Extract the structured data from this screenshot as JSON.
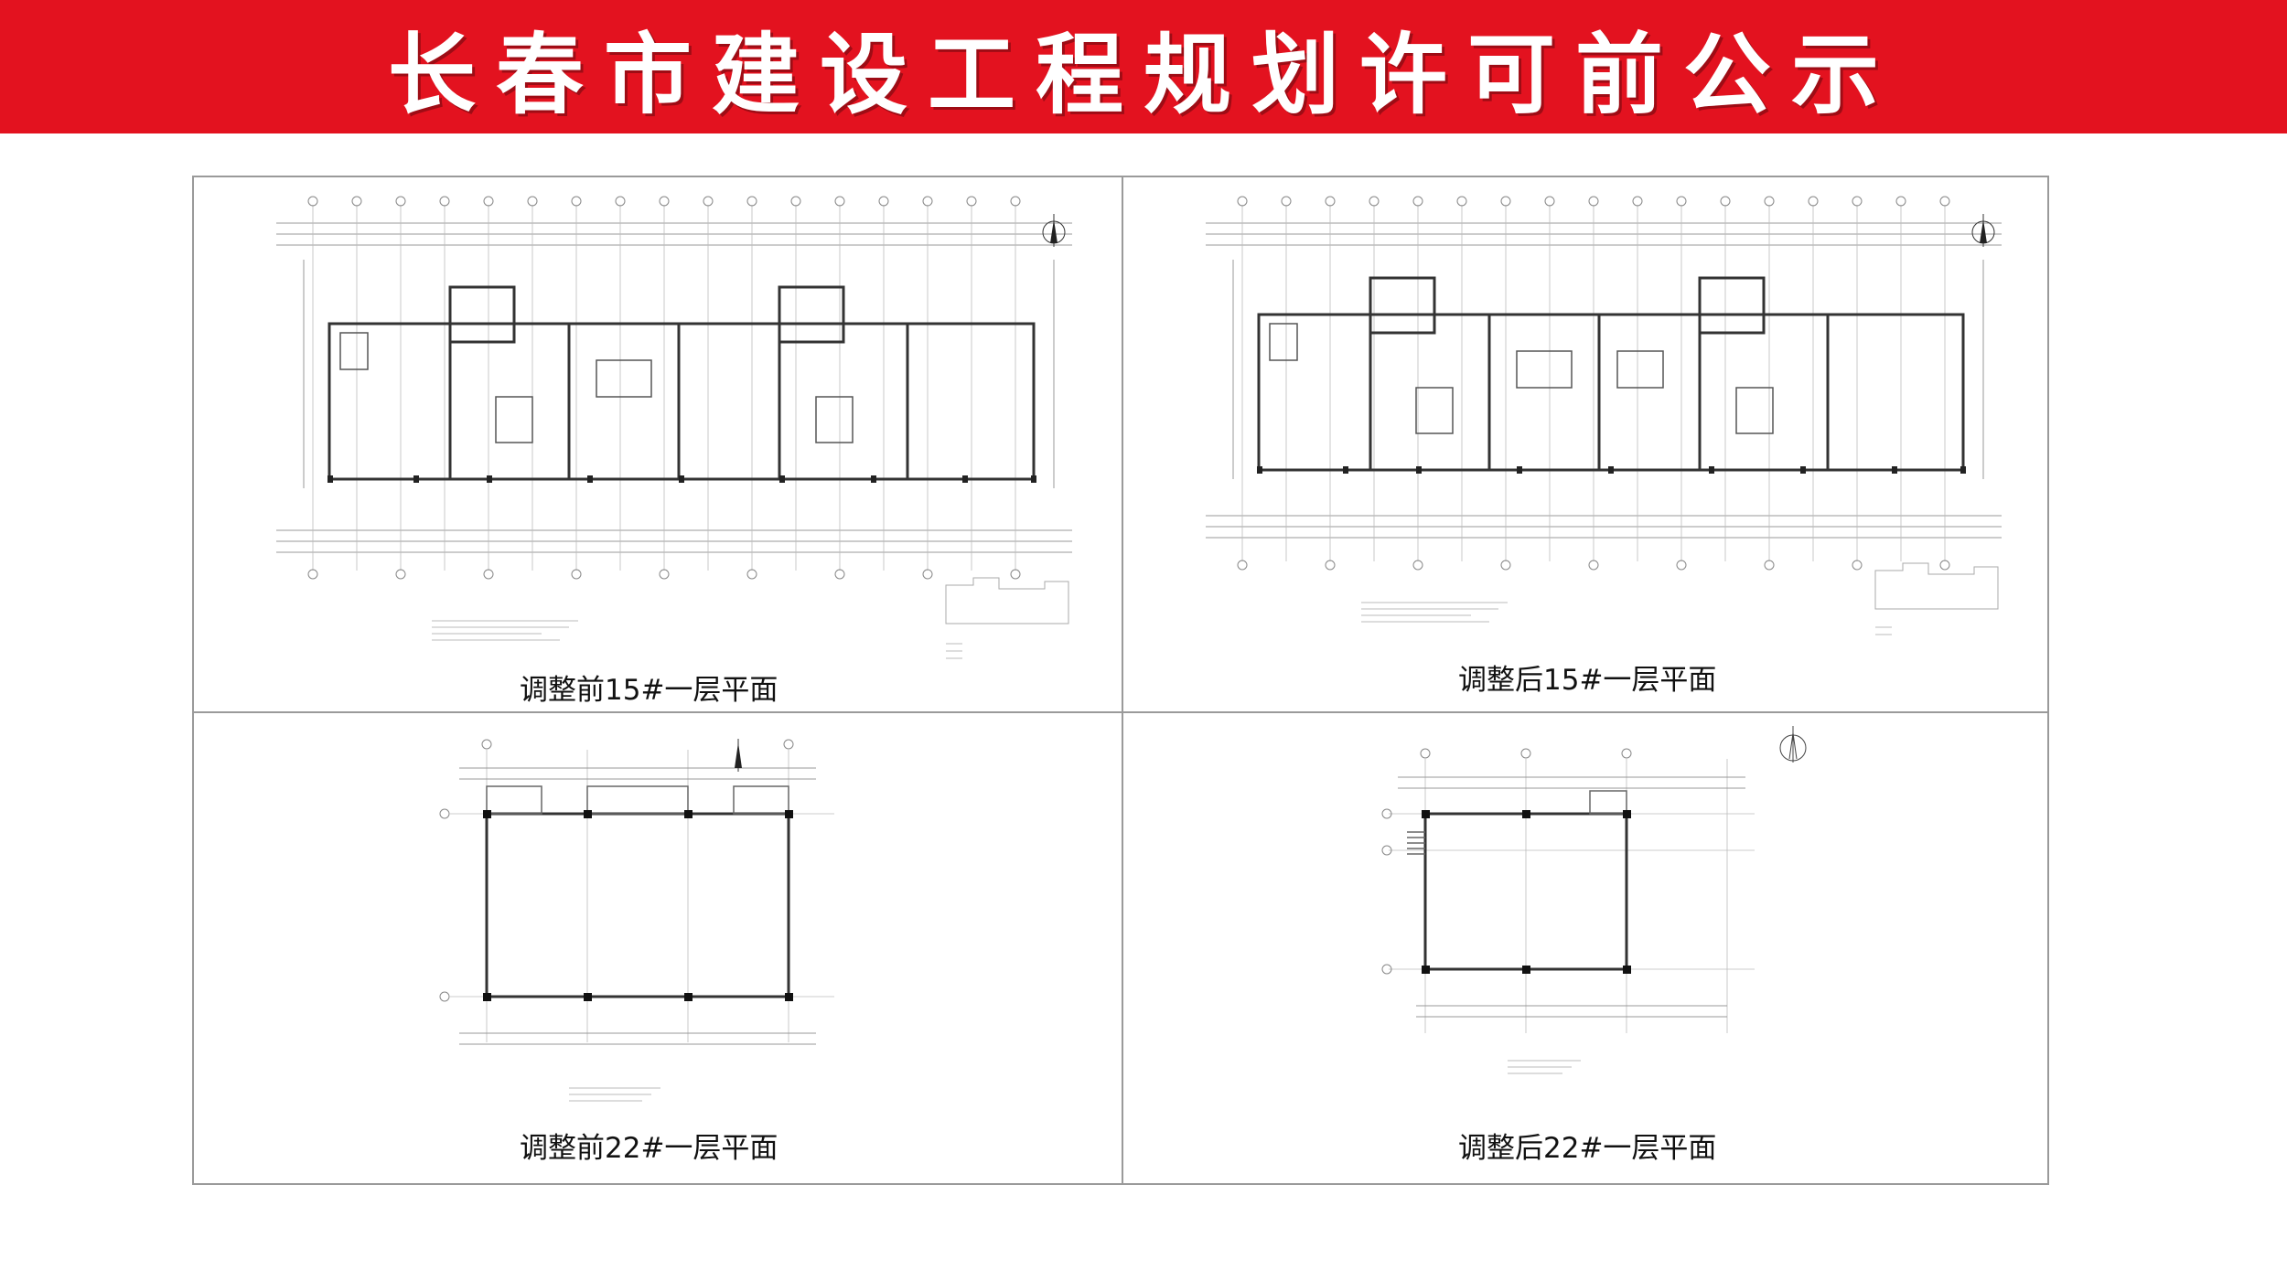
{
  "banner": {
    "title": "长春市建设工程规划许可前公示",
    "background_color": "#e3121f",
    "text_color": "#ffffff"
  },
  "panels": [
    {
      "caption": "调整前15#一层平面"
    },
    {
      "caption": "调整后15#一层平面"
    },
    {
      "caption": "调整前22#一层平面"
    },
    {
      "caption": "调整后22#一层平面"
    }
  ]
}
